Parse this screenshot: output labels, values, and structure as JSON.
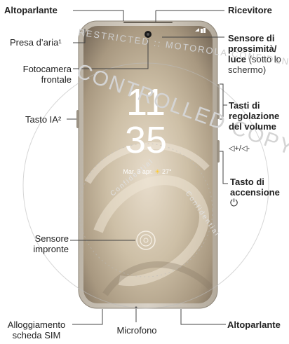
{
  "labels": {
    "top_speaker": "Altoparlante",
    "air_vent": "Presa d’aria¹",
    "front_camera": "Fotocamera frontale",
    "ai_key": "Tasto IA²",
    "fingerprint": "Sensore impronte",
    "sim_tray": "Alloggiamento scheda SIM",
    "microphone": "Microfono",
    "bottom_speaker": "Altoparlante",
    "receiver": "Ricevitore",
    "proximity_bold": "Sensore di prossimità/ luce",
    "proximity_note": "(sotto lo schermo)",
    "volume_keys": "Tasti di regolazione del volume",
    "volume_symbols": "◁+/◁-",
    "power_key": "Tasto di accensione",
    "power_symbol": "⏻"
  },
  "screen": {
    "hour": "11",
    "minute": "35",
    "date": "Mar. 3 apr.",
    "temp": "27°"
  },
  "watermark": {
    "top": "RESTRICTED :: MOTOROLA CONFIDENTIAL",
    "big": "CONTROLLED COPY",
    "small": "Confidential"
  },
  "colors": {
    "phone_body": "#c9c1b4",
    "screen_bg": "#c7b9a2",
    "line": "#444444"
  }
}
